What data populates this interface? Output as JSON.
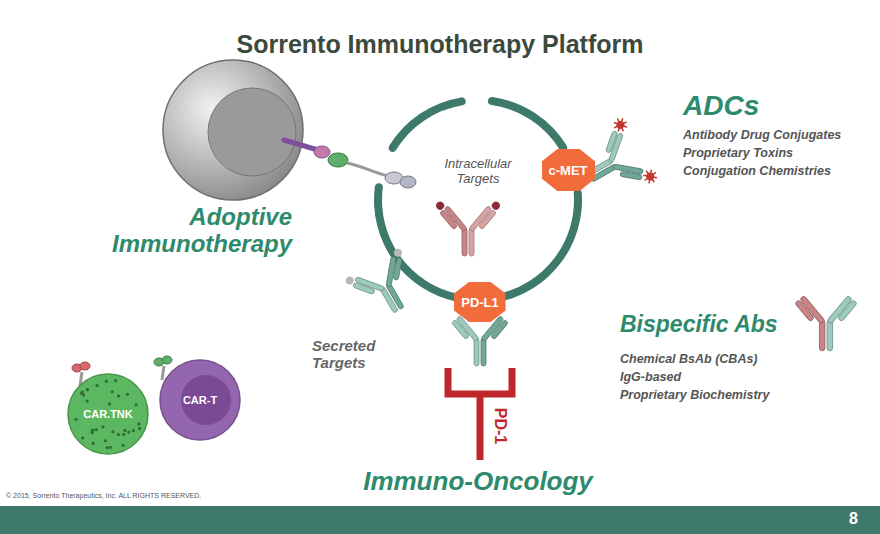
{
  "diagram": {
    "title": "Sorrento Immunotherapy Platform",
    "nodes": [
      {
        "text": [
          "c-MET"
        ]
      },
      {
        "text": [
          "PD-L1"
        ]
      },
      {
        "text": [
          "CAR.TNK"
        ]
      },
      {
        "text": [
          "CAR-T"
        ]
      }
    ],
    "labels": [
      "Adoptive Immunotherapy",
      "ADCs",
      "Antibody Drug Conjugates",
      "Proprietary Toxins",
      "Conjugation Chemistries",
      "Intracellular Targets",
      "Secreted Targets",
      "Bispecific Abs",
      "Chemical BsAb (CBAs)",
      "IgG-based",
      "Proprietary Biochemistry",
      "PD-1",
      "Immuno-Oncology",
      "© 2015, Sorrento Therapeutics, Inc. ALL RIGHTS RESERVED.",
      "8"
    ]
  }
}
